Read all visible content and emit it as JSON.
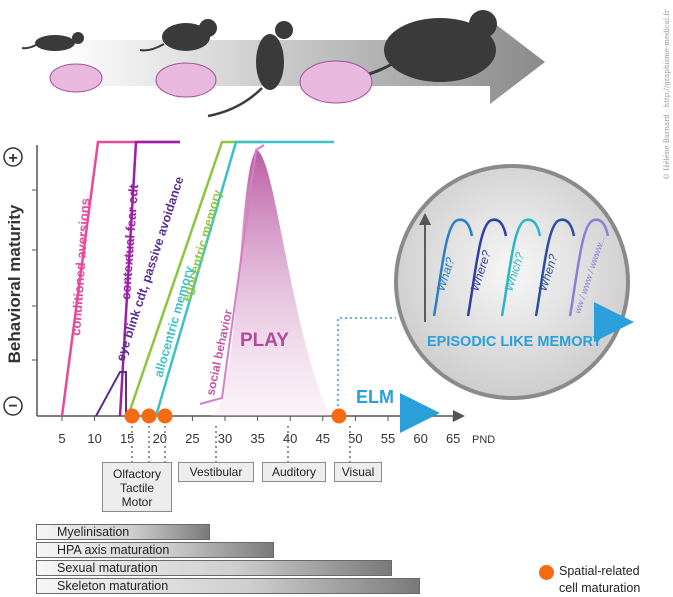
{
  "credit": "© Héléne Barnard · http://graphisme-medical.fr",
  "axis": {
    "y_label": "Behavioral maturity",
    "y_plus": "+",
    "y_minus": "−",
    "x_unit": "PND",
    "x_ticks": [
      "5",
      "10",
      "15",
      "20",
      "25",
      "30",
      "35",
      "40",
      "45",
      "50",
      "55",
      "60",
      "65"
    ]
  },
  "curves": [
    {
      "label": "conditioned aversions",
      "color": "#e8499b"
    },
    {
      "label": "contextual fear cdt",
      "color": "#9c1fa4"
    },
    {
      "label": "eye blink cdt, passive avoidance",
      "color": "#5a2e8f"
    },
    {
      "label": "egocentric memory",
      "color": "#8cc63f"
    },
    {
      "label": "allocentric memory",
      "color": "#3cc0c9"
    },
    {
      "label": "social behavior",
      "color": "#c157a5"
    }
  ],
  "play_label": "PLAY",
  "elm_label": "ELM",
  "episodic": {
    "title": "EPISODIC LIKE MEMORY",
    "items": [
      "What?",
      "Where?",
      "Which?",
      "When?",
      "ww / www / wwww..."
    ],
    "colors": [
      "#2a7fc7",
      "#2e3fa6",
      "#2bb6c4",
      "#2c4ea1",
      "#8a7fd4"
    ]
  },
  "senses": [
    {
      "label": "Olfactory\nTactile\nMotor"
    },
    {
      "label": "Vestibular"
    },
    {
      "label": "Auditory"
    },
    {
      "label": "Visual"
    }
  ],
  "maturation_bars": [
    {
      "label": "Myelinisation"
    },
    {
      "label": "HPA axis maturation"
    },
    {
      "label": "Sexual maturation"
    },
    {
      "label": "Skeleton maturation"
    }
  ],
  "legend": {
    "label": "Spatial-related\ncell maturation",
    "color": "#f46b12"
  }
}
